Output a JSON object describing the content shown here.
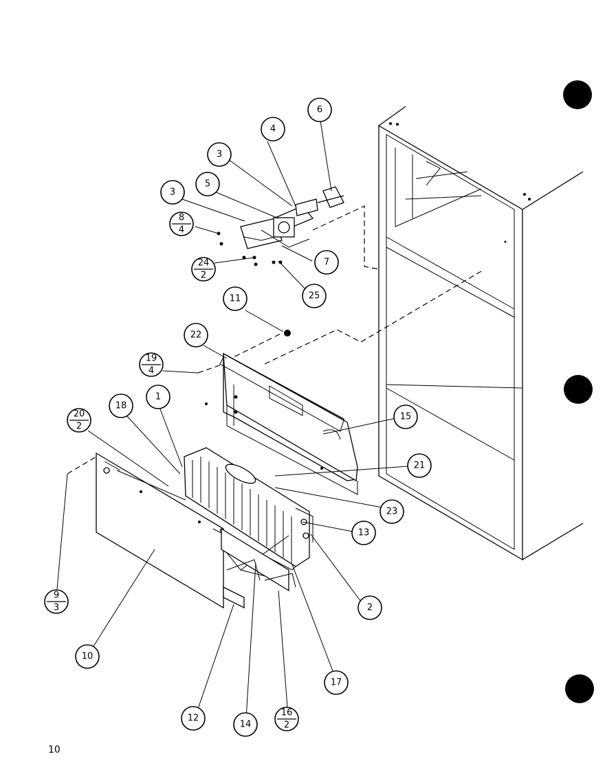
{
  "page_number": "10",
  "callouts": {
    "c1": "1",
    "c2": "2",
    "c3a": "3",
    "c3b": "3",
    "c4": "4",
    "c5": "5",
    "c6": "6",
    "c7": "7",
    "c8": {
      "top": "8",
      "bottom": "4"
    },
    "c9": {
      "top": "9",
      "bottom": "3"
    },
    "c10": "10",
    "c11": "11",
    "c12": "12",
    "c13": "13",
    "c14": "14",
    "c15": "15",
    "c16": {
      "top": "16",
      "bottom": "2"
    },
    "c17": "17",
    "c18": "18",
    "c19": {
      "top": "19",
      "bottom": "4"
    },
    "c20": {
      "top": "20",
      "bottom": "2"
    },
    "c21": "21",
    "c22": "22",
    "c23": "23",
    "c24": {
      "top": "24",
      "bottom": "2"
    },
    "c25": "25"
  }
}
